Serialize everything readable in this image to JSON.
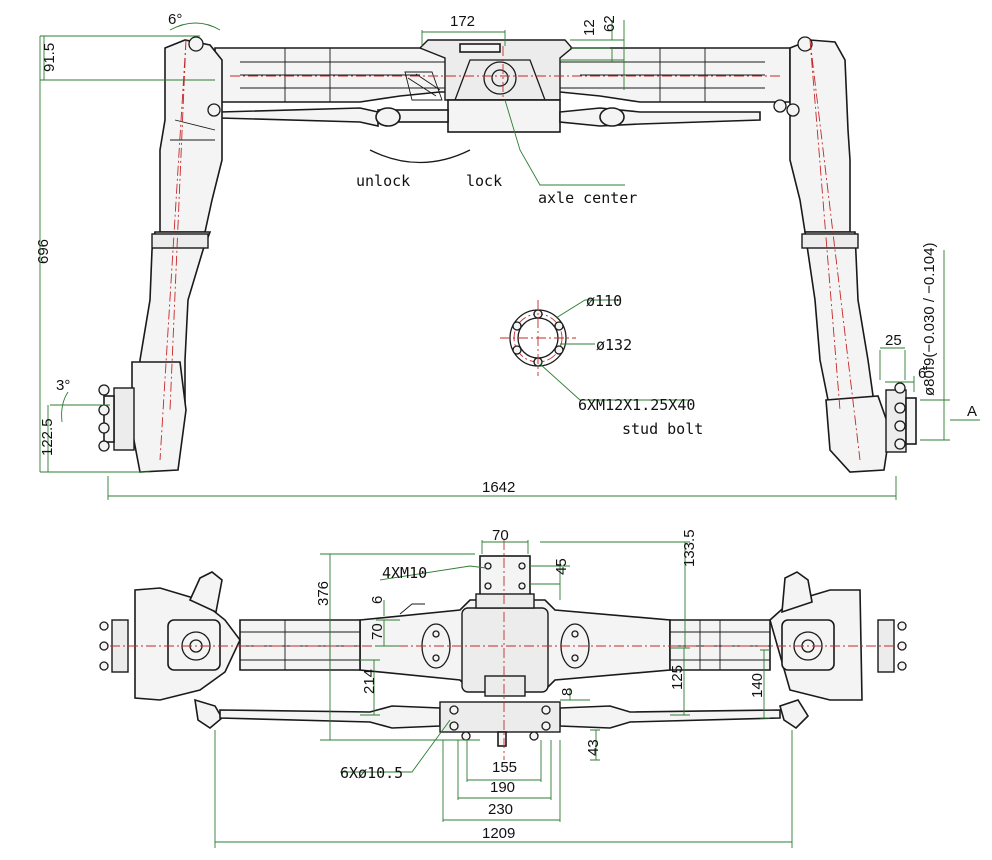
{
  "top_view": {
    "dims": {
      "d172": "172",
      "d12": "12",
      "d62": "62",
      "d6deg": "6°",
      "d91_5": "91.5",
      "d696": "696",
      "d3deg": "3°",
      "d122_5": "122.5",
      "d1642": "1642",
      "d25": "25",
      "d6": "6",
      "fit": "ø80f9(−0.030 / −0.104)",
      "datum": "A"
    },
    "labels": {
      "unlock": "unlock",
      "lock": "lock",
      "axle_center": "axle center"
    },
    "flange": {
      "d110": "ø110",
      "d132": "ø132",
      "bolt_spec": "6XM12X1.25X40",
      "bolt_name": "stud bolt"
    }
  },
  "bottom_view": {
    "dims": {
      "d70_top": "70",
      "d4xm10": "4XM10",
      "d45": "45",
      "d133_5": "133.5",
      "d376": "376",
      "d6": "6",
      "d70_side": "70",
      "d214": "214",
      "d125": "125",
      "d140": "140",
      "d8": "8",
      "d43": "43",
      "d6x10_5": "6Xø10.5",
      "d155": "155",
      "d190": "190",
      "d230": "230",
      "d1209": "1209"
    }
  },
  "colors": {
    "dimension": "#2e7d32",
    "centerline": "#c62828",
    "outline": "#1a1a1a"
  }
}
